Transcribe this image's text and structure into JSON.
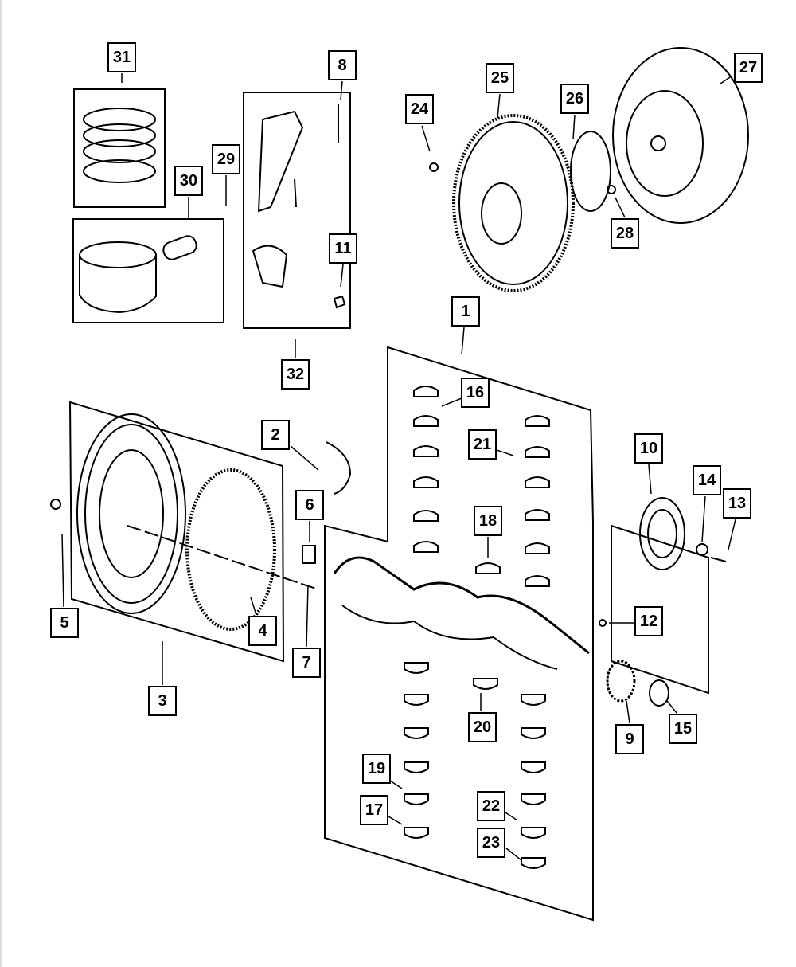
{
  "diagram": {
    "callouts": {
      "c1": "1",
      "c2": "2",
      "c3": "3",
      "c4": "4",
      "c5": "5",
      "c6": "6",
      "c7": "7",
      "c8": "8",
      "c9": "9",
      "c10": "10",
      "c11": "11",
      "c12": "12",
      "c13": "13",
      "c14": "14",
      "c15": "15",
      "c16": "16",
      "c17": "17",
      "c18": "18",
      "c19": "19",
      "c20": "20",
      "c21": "21",
      "c22": "22",
      "c23": "23",
      "c24": "24",
      "c25": "25",
      "c26": "26",
      "c27": "27",
      "c28": "28",
      "c29": "29",
      "c30": "30",
      "c31": "31",
      "c32": "32"
    },
    "line_color": "#000000",
    "background": "#ffffff"
  }
}
